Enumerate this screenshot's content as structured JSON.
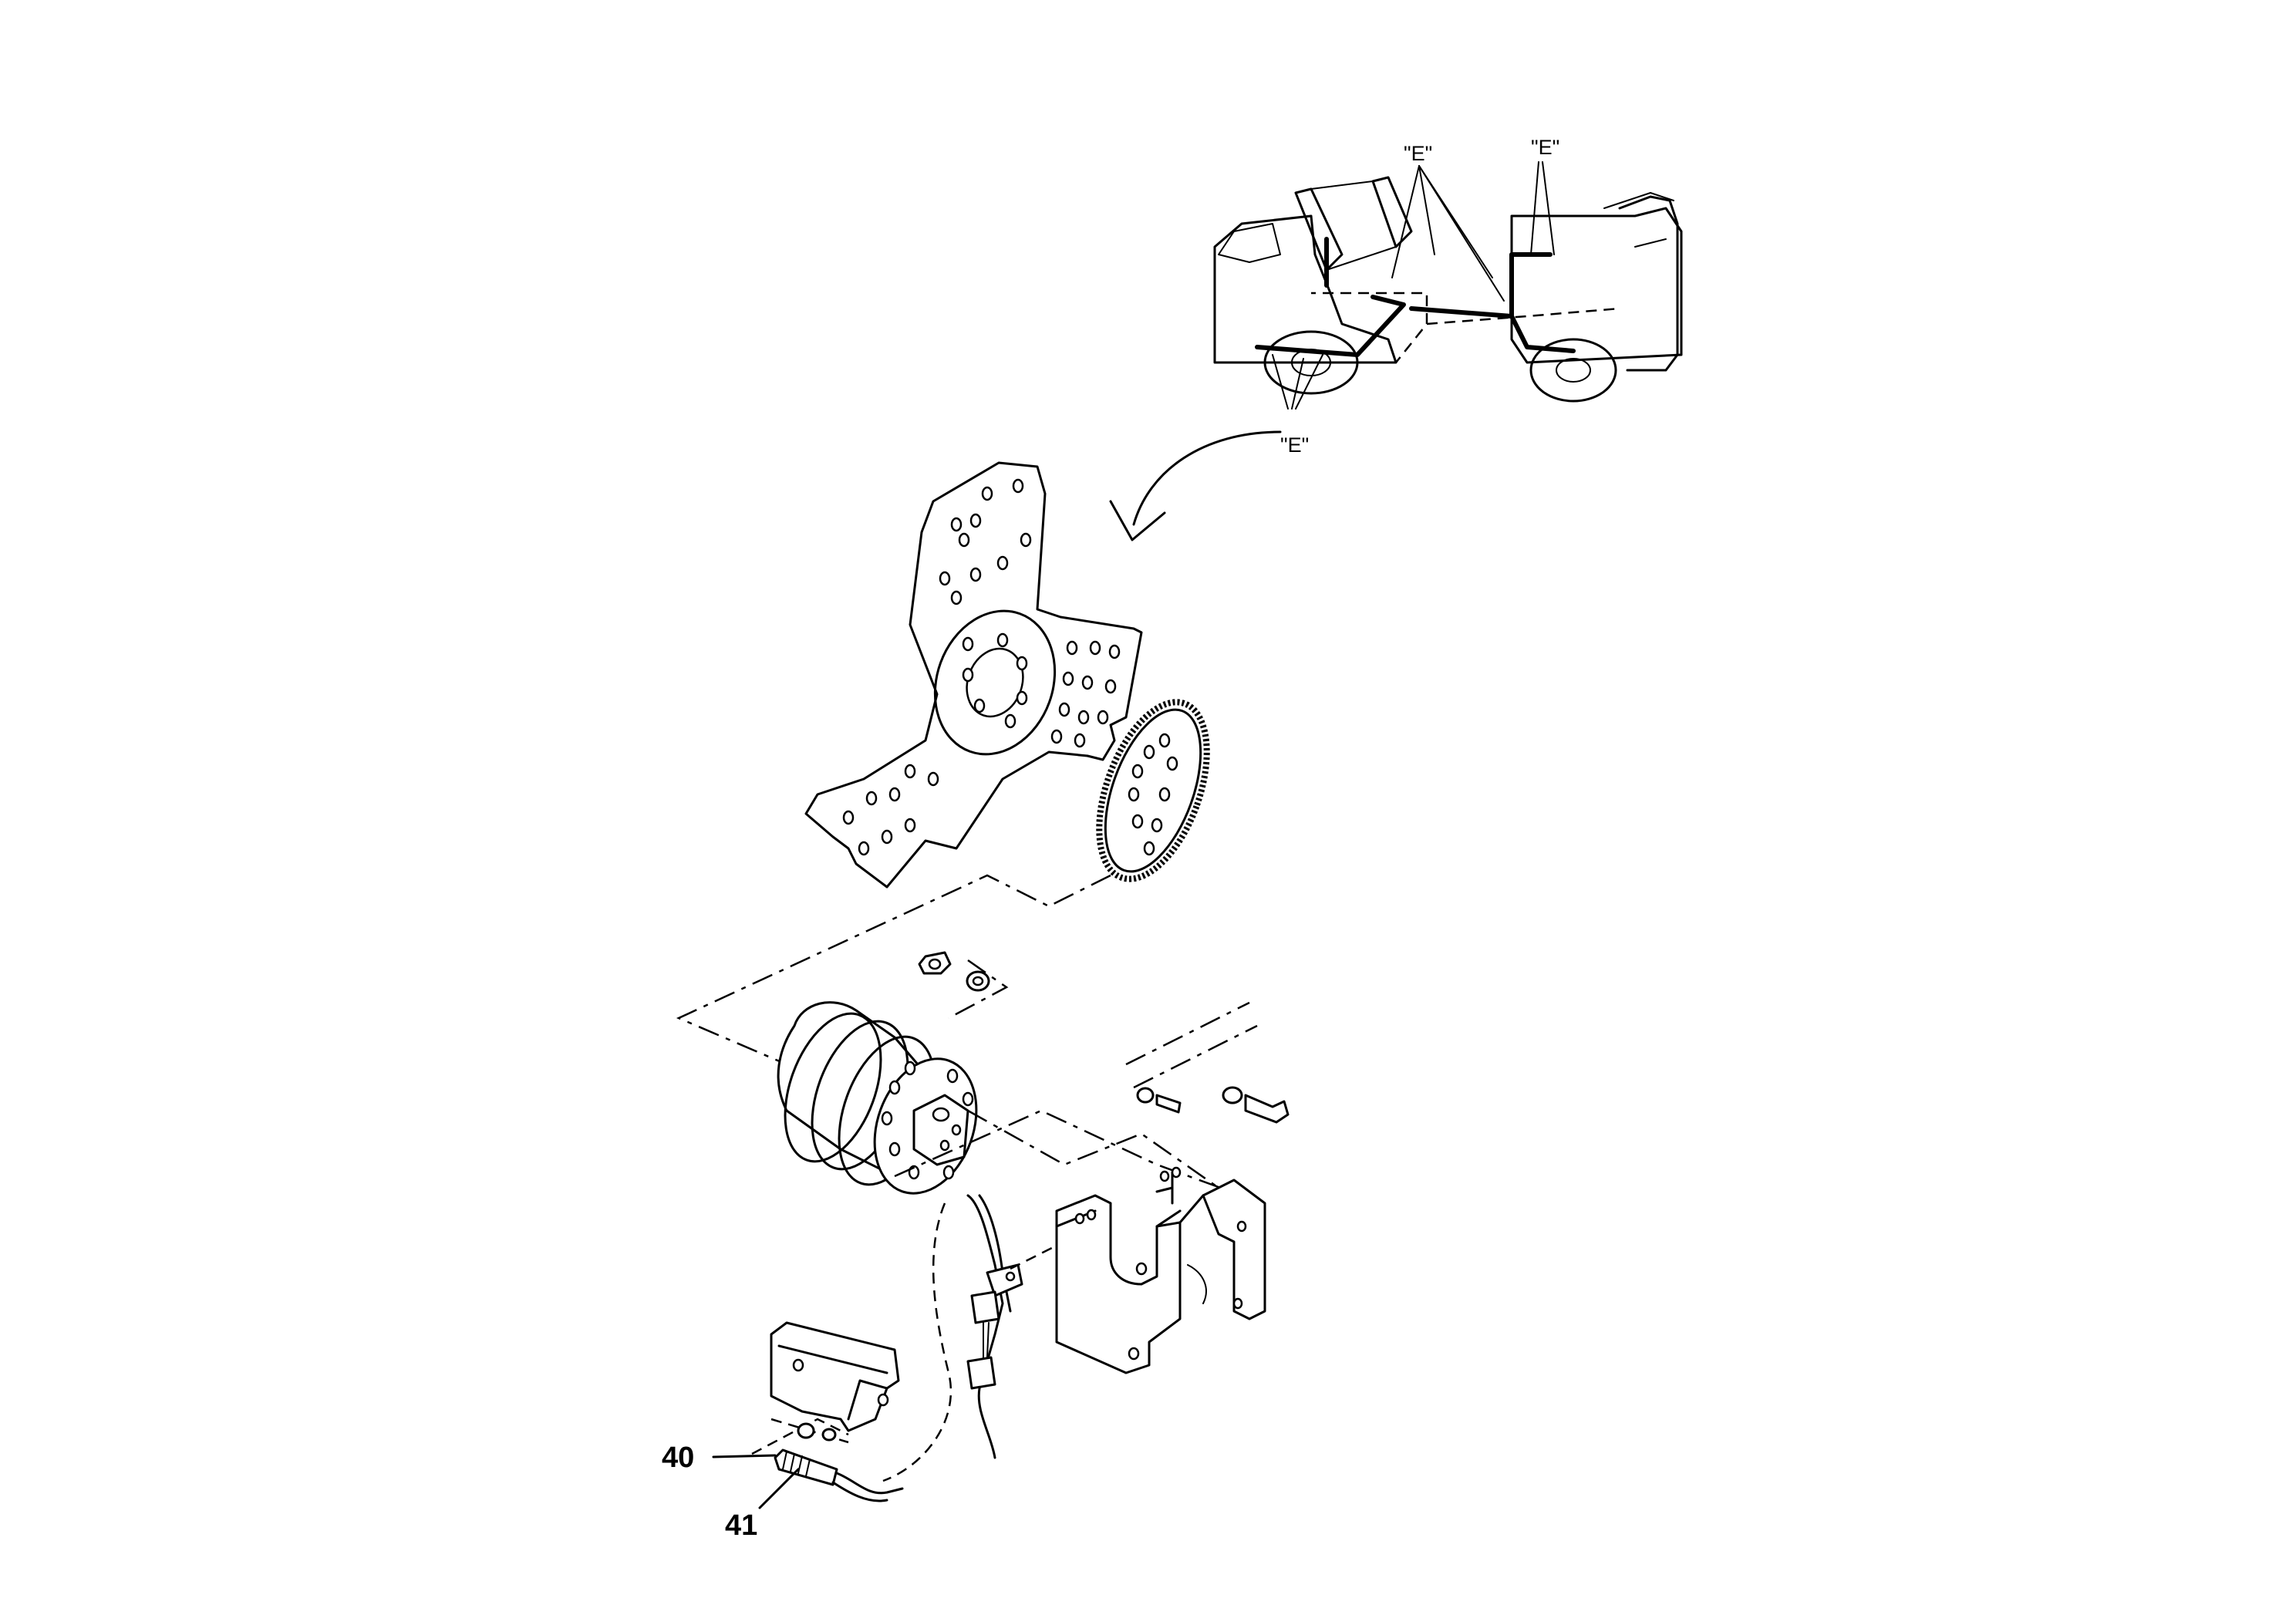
{
  "callouts": {
    "e_top_left": "\"E\"",
    "e_top_right": "\"E\"",
    "e_bottom": "\"E\""
  },
  "parts": {
    "part_40": "40",
    "part_41": "41"
  }
}
